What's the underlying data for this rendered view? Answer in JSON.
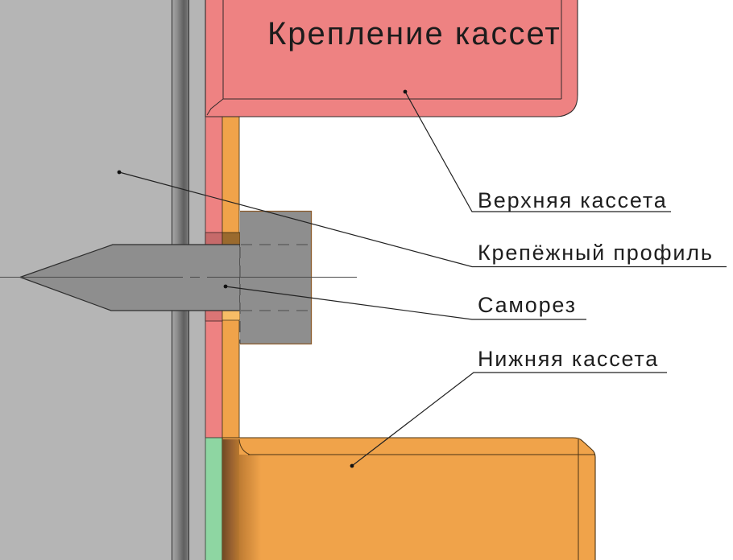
{
  "title": "Крепление кассет",
  "callouts": {
    "upper": {
      "label": "Верхняя кассета"
    },
    "profile": {
      "label": "Крепёжный профиль"
    },
    "screw": {
      "label": "Саморез"
    },
    "lower": {
      "label": "Нижняя кассета"
    }
  },
  "colors": {
    "background": "#ffffff",
    "wall": "#b5b5b5",
    "bracket_shadow": "#636363",
    "upper_cassette": "#ee8282",
    "upper_cassette_dark": "#c66a6a",
    "rear_flange_dark": "#db7575",
    "lower_cassette": "#f0a34a",
    "profile_dark": "#9a6a2e",
    "profile_light": "#f7bd66",
    "gasket": "#8ed6a2",
    "metal": "#8e8e8e",
    "outline": "#2e2e2e"
  }
}
